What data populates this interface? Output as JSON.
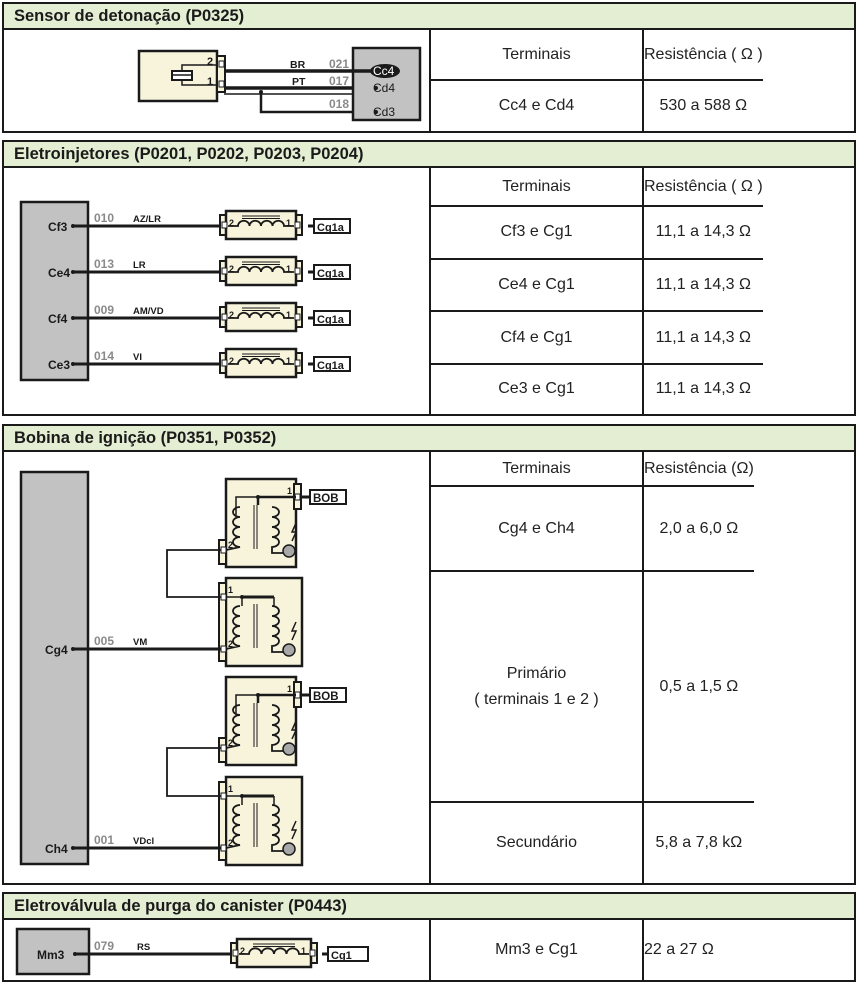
{
  "colors": {
    "header_bg": "#e3eed3",
    "ecu_fill": "#c2c2c2",
    "component_fill": "#f8f4dc",
    "wire_code": "#8a8a8a"
  },
  "sections": [
    {
      "title": "Sensor de detonação (P0325)",
      "table": {
        "headers": [
          "Terminais",
          "Resistência ( Ω )"
        ],
        "rows": [
          [
            "Cc4 e Cd4",
            "530 a 588 Ω"
          ]
        ]
      },
      "diagram": {
        "component": "knock-sensor",
        "pins": [
          "2",
          "1"
        ],
        "wires": [
          {
            "color": "BR",
            "code": "021",
            "ecu_pin": "Cc4"
          },
          {
            "color": "PT",
            "code": "017",
            "ecu_pin": "Cd4"
          },
          {
            "color": "",
            "code": "018",
            "ecu_pin": "Cd3"
          }
        ]
      }
    },
    {
      "title": "Eletroinjetores (P0201, P0202, P0203, P0204)",
      "table": {
        "headers": [
          "Terminais",
          "Resistência ( Ω )"
        ],
        "rows": [
          [
            "Cf3 e Cg1",
            "11,1 a 14,3 Ω"
          ],
          [
            "Ce4 e Cg1",
            "11,1 a 14,3 Ω"
          ],
          [
            "Cf4 e Cg1",
            "11,1 a 14,3 Ω"
          ],
          [
            "Ce3 e Cg1",
            "11,1 a 14,3 Ω"
          ]
        ]
      },
      "diagram": {
        "wires": [
          {
            "ecu_pin": "Cf3",
            "code": "010",
            "color": "AZ/LR",
            "pin_left": "2",
            "pin_right": "1",
            "ground": "Cg1a"
          },
          {
            "ecu_pin": "Ce4",
            "code": "013",
            "color": "LR",
            "pin_left": "2",
            "pin_right": "1",
            "ground": "Cg1a"
          },
          {
            "ecu_pin": "Cf4",
            "code": "009",
            "color": "AM/VD",
            "pin_left": "2",
            "pin_right": "1",
            "ground": "Cg1a"
          },
          {
            "ecu_pin": "Ce3",
            "code": "014",
            "color": "VI",
            "pin_left": "2",
            "pin_right": "1",
            "ground": "Cg1a"
          }
        ]
      }
    },
    {
      "title": "Bobina de ignição (P0351, P0352)",
      "table": {
        "headers": [
          "Terminais",
          "Resistência (Ω)"
        ],
        "rows": [
          [
            "Cg4 e Ch4",
            "2,0 a 6,0 Ω"
          ],
          [
            "Primário\n( terminais 1 e 2 )",
            "0,5 a 1,5 Ω"
          ],
          [
            "Secundário",
            "5,8 a 7,8 kΩ"
          ]
        ]
      },
      "diagram": {
        "wires": [
          {
            "ecu_pin": "Cg4",
            "code": "005",
            "color": "VM"
          },
          {
            "ecu_pin": "Ch4",
            "code": "001",
            "color": "VDcl"
          }
        ],
        "coil_pins": [
          "1",
          "2"
        ],
        "supply": "BOB"
      }
    },
    {
      "title": "Eletroválvula de purga do canister (P0443)",
      "table": {
        "headers": [],
        "rows": [
          [
            "Mm3 e Cg1",
            "22 a 27 Ω"
          ]
        ]
      },
      "diagram": {
        "wires": [
          {
            "ecu_pin": "Mm3",
            "code": "079",
            "color": "RS",
            "pin_left": "2",
            "pin_right": "1",
            "ground": "Cg1"
          }
        ]
      }
    }
  ]
}
